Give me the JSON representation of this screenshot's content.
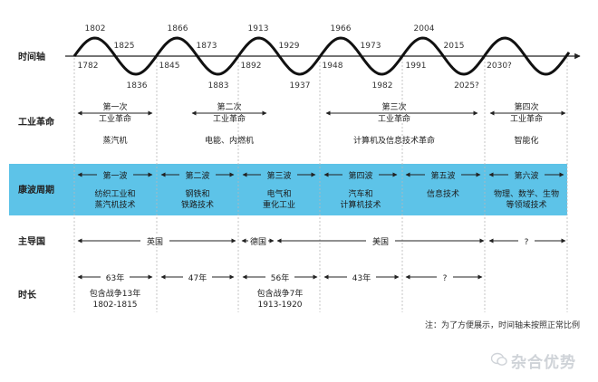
{
  "row_labels": {
    "timeline": "时间轴",
    "revolution": "工业革命",
    "kondratiev": "康波周期",
    "leading_country": "主导国",
    "duration": "时长"
  },
  "timeline": {
    "peaks": [
      "1802",
      "1866",
      "1913",
      "1966",
      "2004"
    ],
    "midpoints": [
      "1825",
      "1873",
      "1929",
      "1973",
      "2015"
    ],
    "troughs": [
      "1836",
      "1883",
      "1937",
      "1982",
      "2025?"
    ],
    "starts": [
      "1782",
      "1845",
      "1892",
      "1948",
      "1991",
      "2030?"
    ]
  },
  "revolutions": [
    {
      "title": [
        "第一次",
        "工业革命"
      ],
      "tech": "蒸汽机"
    },
    {
      "title": [
        "第二次",
        "工业革命"
      ],
      "tech": "电能、内燃机"
    },
    {
      "title": [
        "第三次",
        "工业革命"
      ],
      "tech": "计算机及信息技术革命"
    },
    {
      "title": [
        "第四次",
        "工业革命"
      ],
      "tech": "智能化"
    }
  ],
  "waves": [
    {
      "name": "第一波",
      "tech": [
        "纺织工业和",
        "蒸汽机技术"
      ]
    },
    {
      "name": "第二波",
      "tech": [
        "钢铁和",
        "铁路技术"
      ]
    },
    {
      "name": "第三波",
      "tech": [
        "电气和",
        "重化工业"
      ]
    },
    {
      "name": "第四波",
      "tech": [
        "汽车和",
        "计算机技术"
      ]
    },
    {
      "name": "第五波",
      "tech": [
        "信息技术"
      ]
    },
    {
      "name": "第六波",
      "tech": [
        "物理、数学、生物",
        "等领域技术"
      ]
    }
  ],
  "leading_countries": [
    "英国",
    "德国",
    "美国",
    "?"
  ],
  "durations": [
    {
      "value": "63年",
      "note": [
        "包含战争13年",
        "1802-1815"
      ]
    },
    {
      "value": "47年",
      "note": []
    },
    {
      "value": "56年",
      "note": [
        "包含战争7年",
        "1913-1920"
      ]
    },
    {
      "value": "43年",
      "note": []
    },
    {
      "value": "?",
      "note": []
    }
  ],
  "footnote": "注：为了方便展示，时间轴未按照正常比例",
  "watermark": "杂合优势",
  "colors": {
    "band": "#5dc3e8",
    "text": "#222222",
    "line": "#222222",
    "divider": "#b8b8b8"
  }
}
